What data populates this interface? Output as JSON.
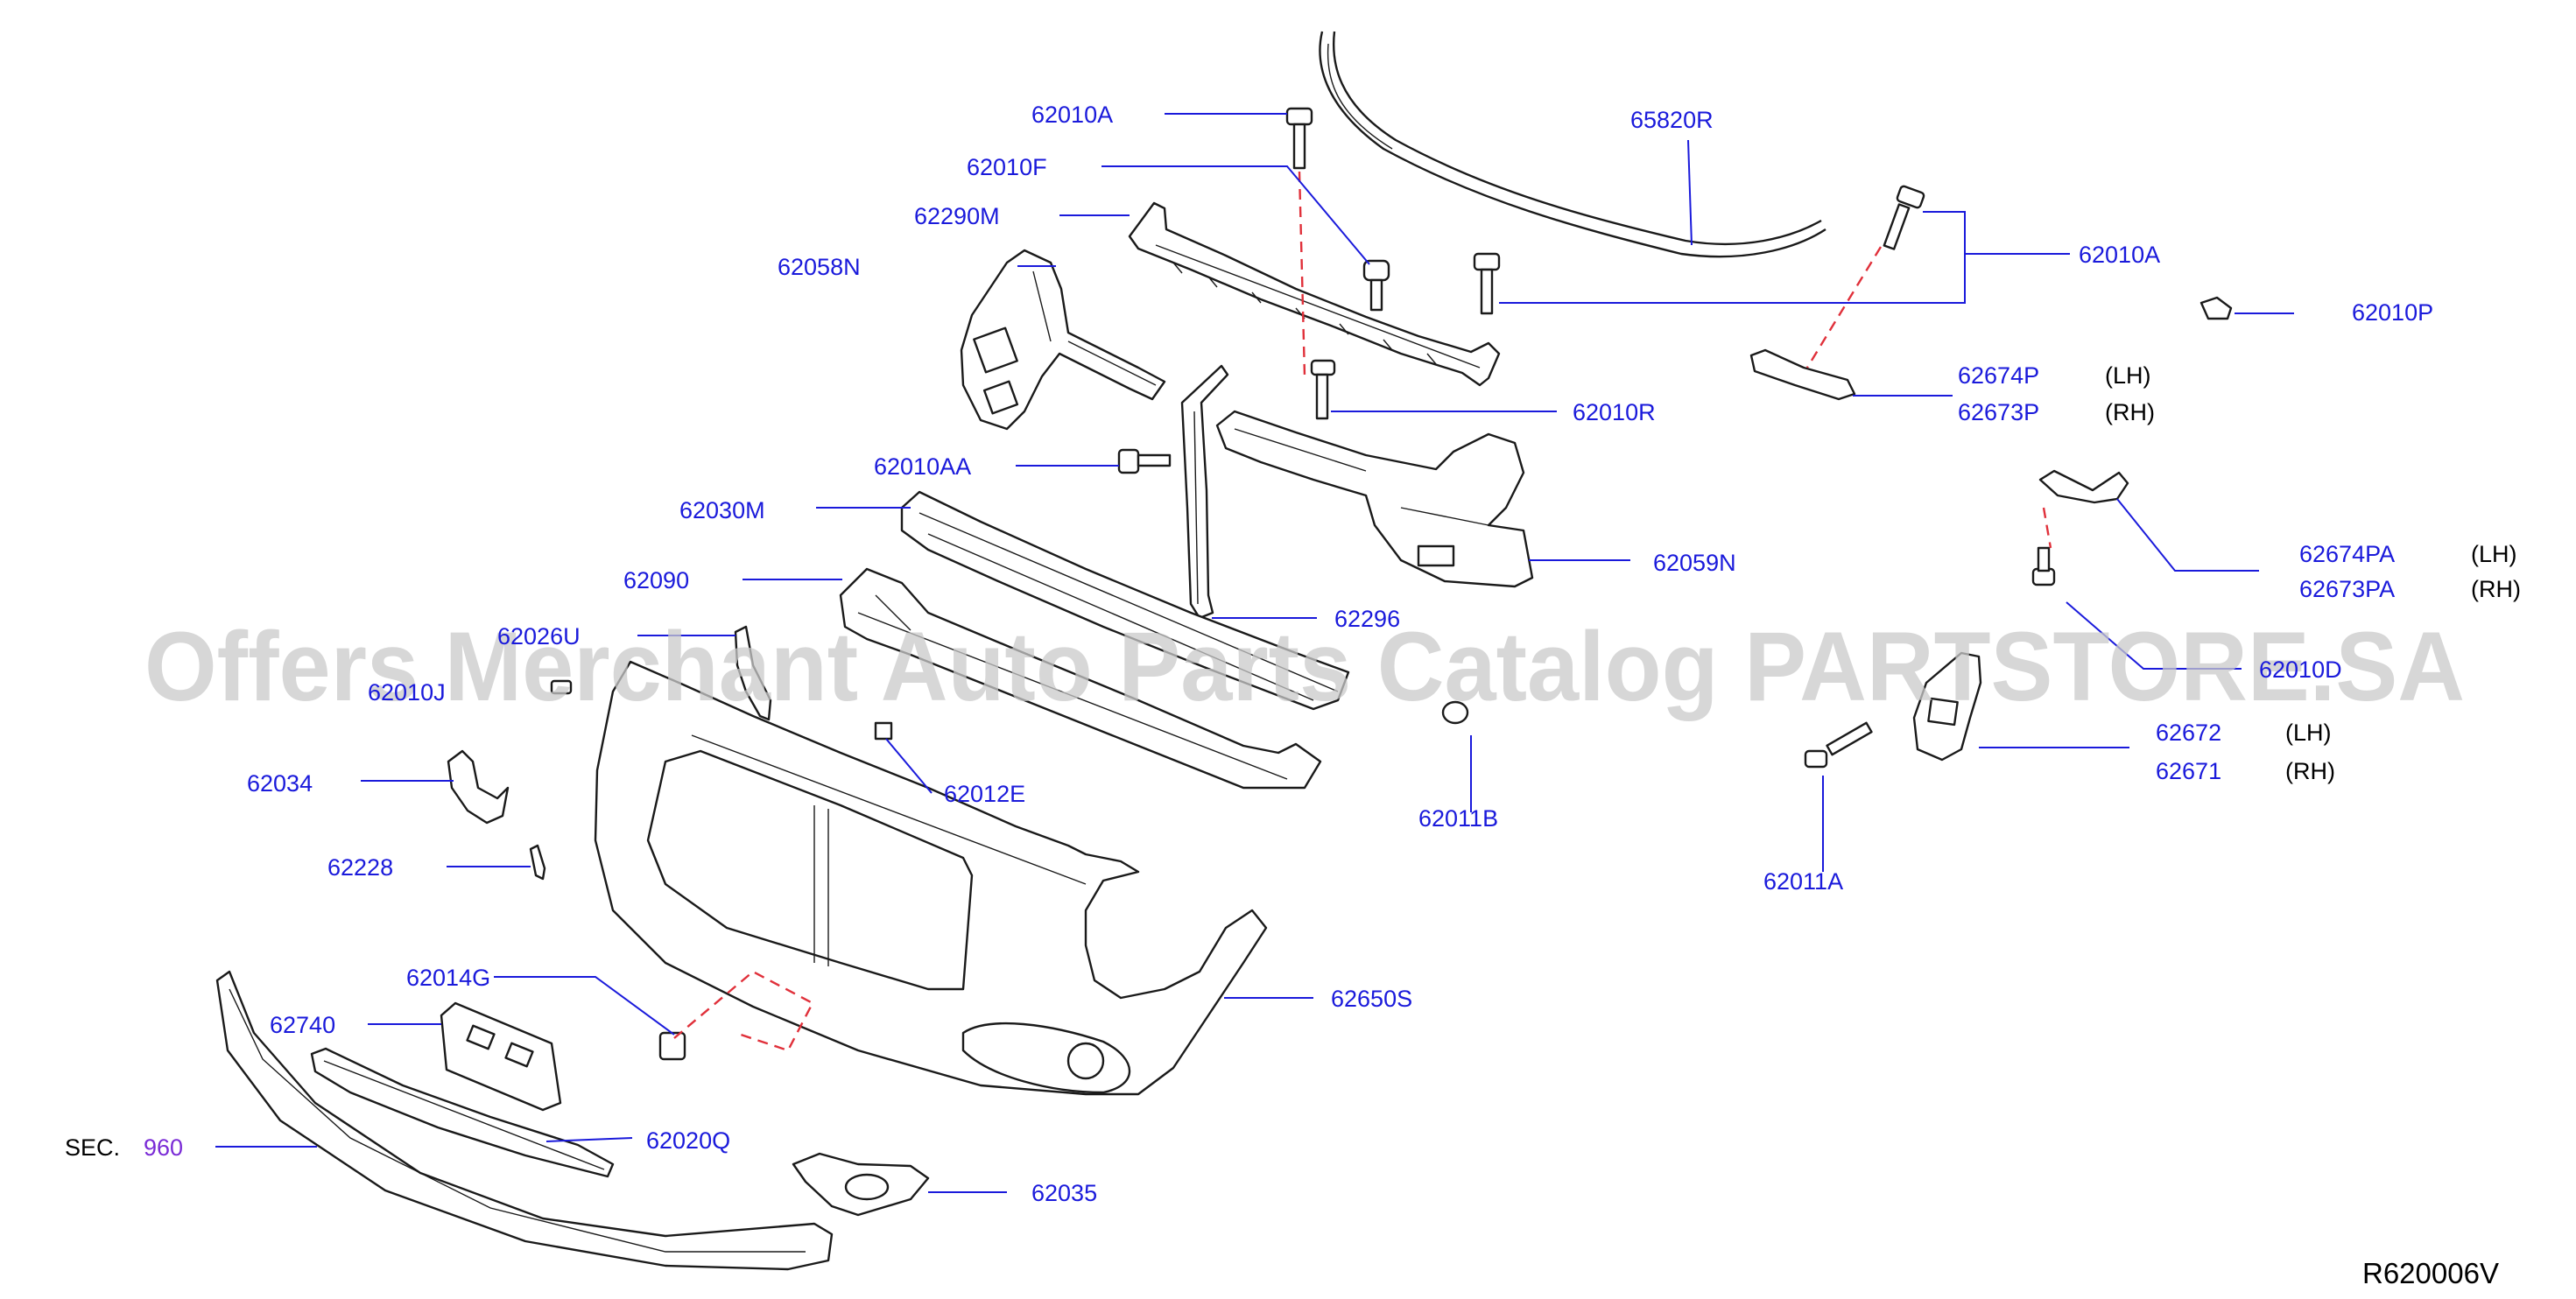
{
  "diagram": {
    "reference_code": "R620006V",
    "watermark": "Offers Merchant Auto Parts Catalog PARTSTORE.SA",
    "section_ref": {
      "prefix": "SEC.",
      "number": "960"
    },
    "parts": [
      {
        "id": "p62010A_top",
        "number": "62010A"
      },
      {
        "id": "p62010F",
        "number": "62010F"
      },
      {
        "id": "p62290M",
        "number": "62290M"
      },
      {
        "id": "p62058N",
        "number": "62058N"
      },
      {
        "id": "p65820R",
        "number": "65820R"
      },
      {
        "id": "p62010A_right",
        "number": "62010A"
      },
      {
        "id": "p62010P",
        "number": "62010P"
      },
      {
        "id": "p62674P",
        "number": "62674P",
        "side": "(LH)"
      },
      {
        "id": "p62673P",
        "number": "62673P",
        "side": "(RH)"
      },
      {
        "id": "p62010R",
        "number": "62010R"
      },
      {
        "id": "p62010AA",
        "number": "62010AA"
      },
      {
        "id": "p62030M",
        "number": "62030M"
      },
      {
        "id": "p62059N",
        "number": "62059N"
      },
      {
        "id": "p62674PA",
        "number": "62674PA",
        "side": "(LH)"
      },
      {
        "id": "p62673PA",
        "number": "62673PA",
        "side": "(RH)"
      },
      {
        "id": "p62090",
        "number": "62090"
      },
      {
        "id": "p62296",
        "number": "62296"
      },
      {
        "id": "p62026U",
        "number": "62026U"
      },
      {
        "id": "p62010J",
        "number": "62010J"
      },
      {
        "id": "p62010D",
        "number": "62010D"
      },
      {
        "id": "p62672",
        "number": "62672",
        "side": "(LH)"
      },
      {
        "id": "p62671",
        "number": "62671",
        "side": "(RH)"
      },
      {
        "id": "p62034",
        "number": "62034"
      },
      {
        "id": "p62012E",
        "number": "62012E"
      },
      {
        "id": "p62011B",
        "number": "62011B"
      },
      {
        "id": "p62011A",
        "number": "62011A"
      },
      {
        "id": "p62228",
        "number": "62228"
      },
      {
        "id": "p62014G",
        "number": "62014G"
      },
      {
        "id": "p62650S",
        "number": "62650S"
      },
      {
        "id": "p62740",
        "number": "62740"
      },
      {
        "id": "p62020Q",
        "number": "62020Q"
      },
      {
        "id": "p62035",
        "number": "62035"
      }
    ]
  },
  "colors": {
    "part_number": "#1a1adb",
    "section_link": "#7a2bd6",
    "line_art": "#1a1a1a",
    "fastener_axis": "#e0303a",
    "watermark": "#c9c9c9"
  }
}
